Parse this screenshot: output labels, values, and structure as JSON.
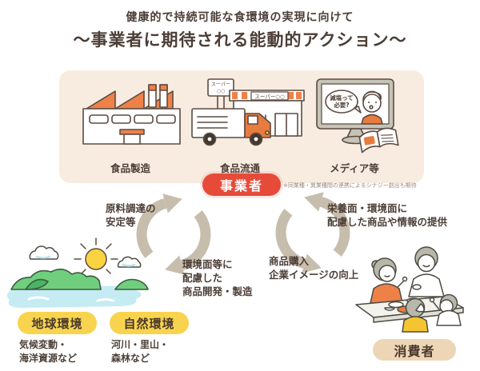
{
  "title": {
    "line1": "健康的で持続可能な食環境の実現に向けて",
    "line2": "〜事業者に期待される能動的アクション〜"
  },
  "business": {
    "badge": "事業者",
    "note": "※同業種・異業種間の連携によるシナジー創出も期待",
    "items": [
      {
        "label": "食品製造"
      },
      {
        "label": "食品流通",
        "store_sign": "スーパー○○",
        "post_sign_line1": "スーパー",
        "post_sign_line2": "○○"
      },
      {
        "label": "メディア等",
        "bubble_line1": "減塩って",
        "bubble_line2": "必要?"
      }
    ]
  },
  "cycles": {
    "left": {
      "up_label": "原料調達の\n安定等",
      "down_label": "環境面等に\n配慮した\n商品開発・製造"
    },
    "right": {
      "down_label": "栄養面・環境面に\n配慮した商品や情報の提供",
      "up_label": "商品購入\n企業イメージの向上"
    }
  },
  "environment": {
    "pills": [
      {
        "label": "地球環境",
        "sub": "気候変動・\n海洋資源など"
      },
      {
        "label": "自然環境",
        "sub": "河川・里山・\n森林など"
      }
    ]
  },
  "consumer": {
    "badge": "消費者"
  },
  "colors": {
    "badge_red": "#e64b3a",
    "illustration_orange": "#ee8148",
    "pill_yellow": "#f8d44e",
    "pill_tan": "#edd6b5",
    "box_peach": "#f8ece1",
    "arrow_gray": "#c7bdac",
    "text_brown": "#4c3e36",
    "hill_green": "#6fcf7e",
    "water_blue": "#c5ebf3",
    "sun_yellow": "#f9d440"
  }
}
